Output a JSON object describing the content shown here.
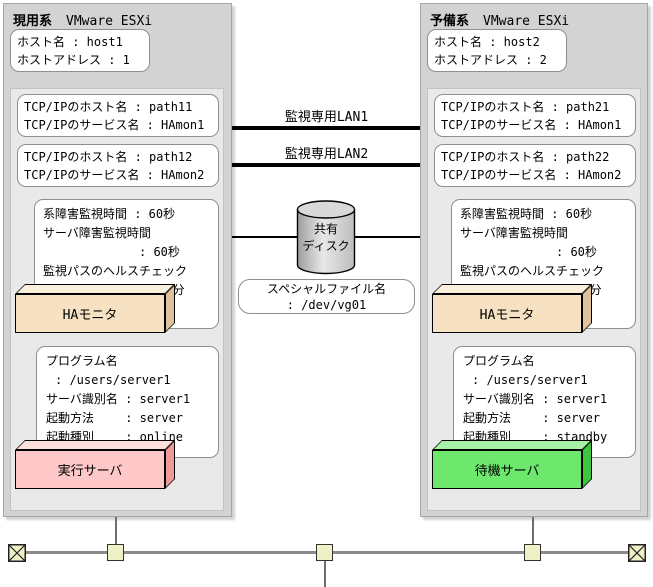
{
  "systems": {
    "left": {
      "title": "現用系",
      "platform": "VMware ESXi",
      "host": {
        "line1": "ホスト名 : host1",
        "line2": "ホストアドレス : 1"
      },
      "paths": [
        {
          "line1": "TCP/IPのホスト名 : path11",
          "line2": "TCP/IPのサービス名 : HAmon1"
        },
        {
          "line1": "TCP/IPのホスト名 : path12",
          "line2": "TCP/IPのサービス名 : HAmon2"
        }
      ],
      "monitor": {
        "lines": [
          "系障害監視時間 : 60秒",
          "サーバ障害監視時間",
          ": 60秒",
          "監視パスのヘルスチェック",
          ": 1分"
        ],
        "label": "HAモニタ"
      },
      "server": {
        "lines": [
          "プログラム名",
          ": /users/server1",
          "サーバ識別名 : server1",
          "起動方法　　 : server",
          "起動種別　　 : online"
        ],
        "label": "実行サーバ"
      }
    },
    "right": {
      "title": "予備系",
      "platform": "VMware ESXi",
      "host": {
        "line1": "ホスト名 : host2",
        "line2": "ホストアドレス : 2"
      },
      "paths": [
        {
          "line1": "TCP/IPのホスト名 : path21",
          "line2": "TCP/IPのサービス名 : HAmon1"
        },
        {
          "line1": "TCP/IPのホスト名 : path22",
          "line2": "TCP/IPのサービス名 : HAmon2"
        }
      ],
      "monitor": {
        "lines": [
          "系障害監視時間 : 60秒",
          "サーバ障害監視時間",
          ": 60秒",
          "監視パスのヘルスチェック",
          ": 1分"
        ],
        "label": "HAモニタ"
      },
      "server": {
        "lines": [
          "プログラム名",
          ": /users/server1",
          "サーバ識別名 : server1",
          "起動方法　　 : server",
          "起動種別　　 : standby"
        ],
        "label": "待機サーバ"
      }
    }
  },
  "network": {
    "lan1": "監視専用LAN1",
    "lan2": "監視専用LAN2"
  },
  "shared_disk": {
    "label": "共有\nディスク",
    "file": {
      "line1": "スペシャルファイル名",
      "line2": ": /dev/vg01"
    }
  },
  "colors": {
    "exec_server": "#ffc8c8",
    "standby_server": "#6de86d",
    "ha_monitor": "#f6e2c2",
    "system_box": "#d3d3d3",
    "inner_panel": "#e9e9e9",
    "connector": "#f0f0c6",
    "lan_line": "#000000",
    "bus_line": "#8a8a8a"
  }
}
